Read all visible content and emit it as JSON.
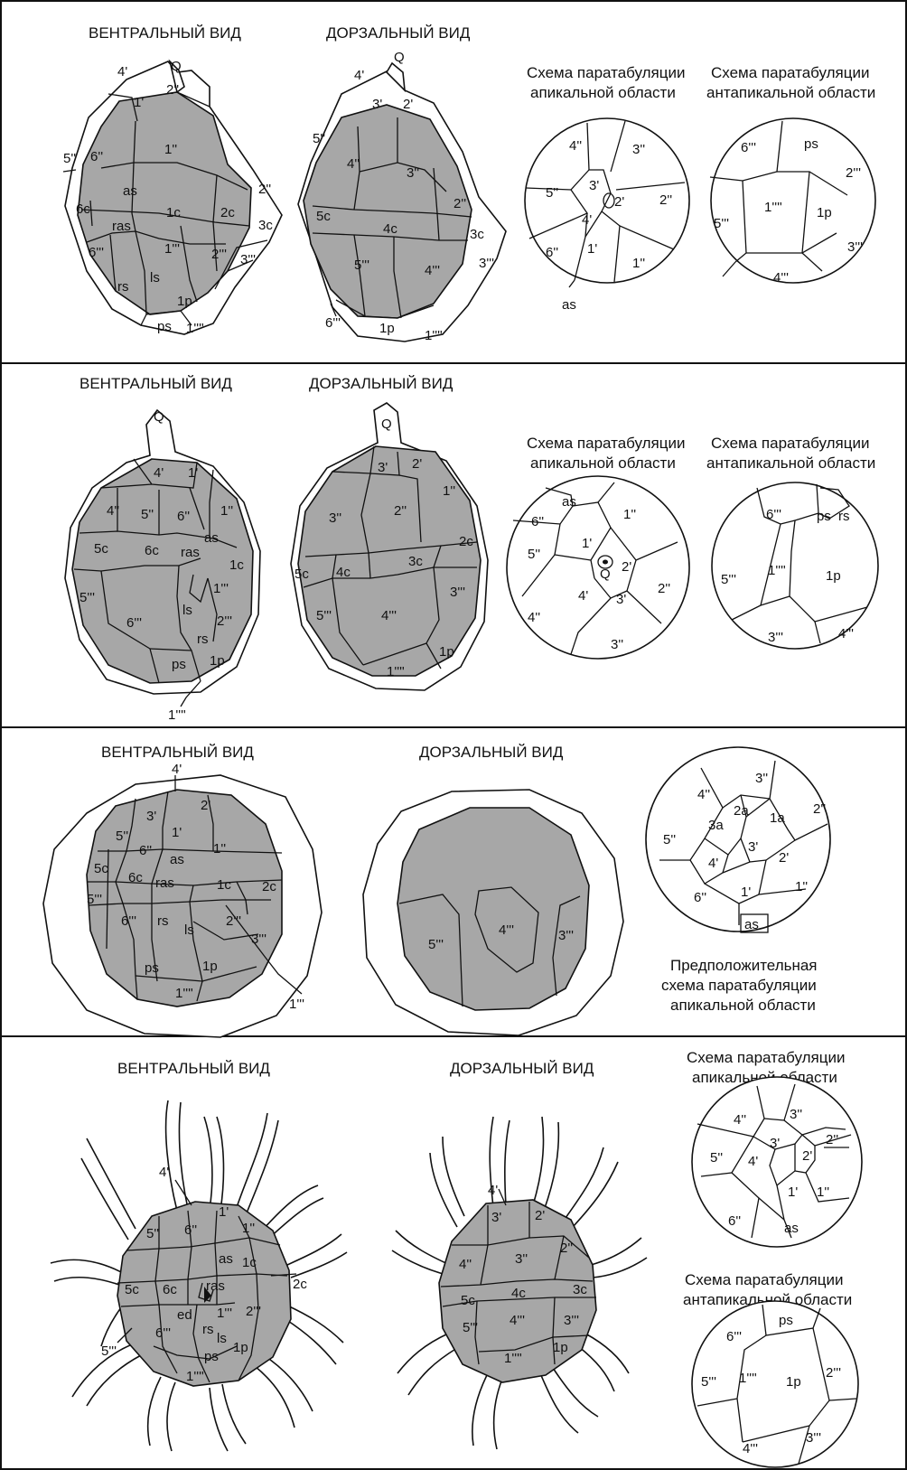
{
  "headers": {
    "ventral": "ВЕНТРАЛЬНЫЙ ВИД",
    "dorsal": "ДОРЗАЛЬНЫЙ ВИД",
    "apical_line1": "Схема паратабуляции",
    "apical_line2": "апикальной области",
    "antapical_line1": "Схема паратабуляции",
    "antapical_line2": "антапикальной области",
    "tentative_line1": "Предположительная",
    "tentative_line2": "схема паратабуляции",
    "tentative_line3": "апикальной области"
  },
  "plates": {
    "p1_ventral": [
      "Q",
      "4'",
      "1'",
      "2''",
      "6''",
      "1''",
      "5''",
      "2''",
      "6c",
      "as",
      "1c",
      "2c",
      "3c",
      "ras",
      "6'''",
      "1'''",
      "2'''",
      "3'''",
      "rs",
      "ls",
      "1p",
      "ps",
      "1''''"
    ],
    "p1_dorsal": [
      "Q",
      "4'",
      "3'",
      "2'",
      "5''",
      "4''",
      "3''",
      "2''",
      "5c",
      "4c",
      "3c",
      "5'''",
      "4'''",
      "3'''",
      "6'''",
      "1p",
      "1''''"
    ],
    "p1_apical": [
      "4''",
      "3''",
      "5''",
      "3'",
      "2'",
      "2''",
      "4'",
      "6''",
      "1'",
      "1''",
      "as"
    ],
    "p1_antapical": [
      "6'''",
      "ps",
      "2'''",
      "1''''",
      "1p",
      "5'''",
      "3'''",
      "4'''"
    ],
    "p2_ventral": [
      "Q",
      "4'",
      "1'",
      "4''",
      "5''",
      "6''",
      "1''",
      "5c",
      "6c",
      "ras",
      "as",
      "1c",
      "5'''",
      "6'''",
      "ls",
      "1'''",
      "2'''",
      "rs",
      "ps",
      "1p",
      "1''''"
    ],
    "p2_dorsal": [
      "Q",
      "3'",
      "2'",
      "1''",
      "3''",
      "2''",
      "5c",
      "4c",
      "3c",
      "2c",
      "5'''",
      "4'''",
      "3'''",
      "1''''",
      "1p"
    ],
    "p2_apical": [
      "as",
      "1''",
      "6''",
      "1'",
      "5''",
      "Q",
      "2'",
      "2''",
      "4'",
      "3'",
      "4''",
      "3''"
    ],
    "p2_antapical": [
      "6'''",
      "ps",
      "rs",
      "1''''",
      "1p",
      "5'''",
      "4'''",
      "3'''"
    ],
    "p3_ventral": [
      "4'",
      "3'",
      "2'",
      "5''",
      "1'",
      "6''",
      "1''",
      "as",
      "5c",
      "6c",
      "ras",
      "1c",
      "2c",
      "5'''",
      "6'''",
      "rs",
      "2'''",
      "ls",
      "3'''",
      "ps",
      "1p",
      "1''''",
      "1'''"
    ],
    "p3_dorsal": [
      "5'''",
      "4'''",
      "3'''"
    ],
    "p3_apical": [
      "4''",
      "3''",
      "2a",
      "1a",
      "5''",
      "3a",
      "2''",
      "3'",
      "4'",
      "2'",
      "1'",
      "6''",
      "1''",
      "as"
    ],
    "p4_ventral": [
      "4'",
      "1'",
      "5''",
      "6''",
      "1''",
      "as",
      "1c",
      "5c",
      "6c",
      "ras",
      "2c",
      "ed",
      "1'''",
      "2'''",
      "rs",
      "6'''",
      "ls",
      "5'''",
      "ps",
      "1p",
      "1''''"
    ],
    "p4_dorsal": [
      "4'",
      "3'",
      "2'",
      "3''",
      "2''",
      "4''",
      "4c",
      "3c",
      "5c",
      "5'''",
      "4'''",
      "3'''",
      "1''''",
      "1p"
    ],
    "p4_apical": [
      "4''",
      "3''",
      "3'",
      "2''",
      "2'",
      "5''",
      "4'",
      "1'",
      "1''",
      "6''",
      "as"
    ],
    "p4_antapical": [
      "6'''",
      "ps",
      "2'''",
      "5'''",
      "1''''",
      "1p",
      "4'''",
      "3'''"
    ]
  }
}
